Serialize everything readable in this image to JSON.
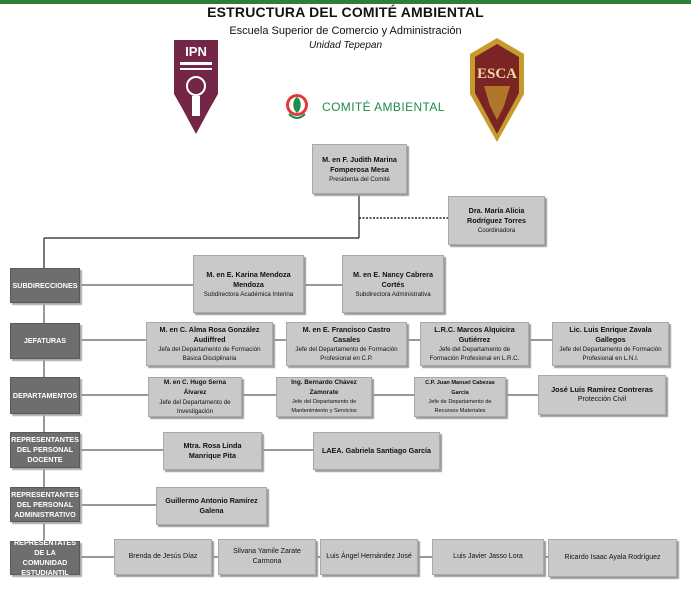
{
  "header": {
    "title": "ESTRUCTURA DEL COMITÉ AMBIENTAL",
    "subtitle": "Escuela Superior de Comercio y Administración",
    "unit": "Unidad Tepepan",
    "committee_logo_text": "COMITÉ AMBIENTAL",
    "left_logo": "IPN",
    "right_logo": "ESCA"
  },
  "top": {
    "president": {
      "name": "M. en F. Judith Marina Fomperosa Mesa",
      "role": "Presidenta del Comité"
    },
    "coordinator": {
      "name": "Dra. María Alicia Rodríguez Torres",
      "role": "Coordinadora"
    }
  },
  "rows": [
    {
      "label": "SUBDIRECCIONES",
      "members": [
        {
          "name": "M. en E. Karina Mendoza Mendoza",
          "role": "Subdirectora Académica Interina"
        },
        {
          "name": "M. en E. Nancy Cabrera Cortés",
          "role": "Subdirectora Administrativa"
        }
      ]
    },
    {
      "label": "JEFATURAS",
      "members": [
        {
          "name": "M. en C. Alma Rosa González Audiffred",
          "role": "Jefa del Departamento de Formación Básica Disciplinaria"
        },
        {
          "name": "M. en E. Francisco Castro Casales",
          "role": "Jefe del Departamento de Formación Profesional en C.P."
        },
        {
          "name": "L.R.C. Marcos Alquicira Gutiérrez",
          "role": "Jefe del Departamento de Formación Profesional en L.R.C."
        },
        {
          "name": "Lic. Luis Enrique Zavala Gallegos",
          "role": "Jefe del Departamento de Formación Profesional en L.N.I."
        }
      ]
    },
    {
      "label": "DEPARTAMENTOS",
      "members": [
        {
          "name": "M. en C. Hugo Serna Álvarez",
          "role": "Jefe del Departamento de Investigación"
        },
        {
          "name": "Ing. Bernardo Chávez Zamorate",
          "role": "Jefe del Departamento de Mantenimiento y Servicios"
        },
        {
          "name": "C.P. Juan Manuel Cabezas García",
          "role": "Jefe de Departamento de Recursos Materiales"
        },
        {
          "name": "José Luis Ramírez Contreras",
          "role": "Protección Civil"
        }
      ]
    },
    {
      "label": "REPRESENTANTES DEL PERSONAL DOCENTE",
      "members": [
        {
          "name": "Mtra. Rosa Linda Manrique Pita",
          "role": ""
        },
        {
          "name": "LAEA. Gabriela Santiago García",
          "role": ""
        }
      ]
    },
    {
      "label": "REPRESENTANTES DEL PERSONAL ADMINISTRATIVO",
      "members": [
        {
          "name": "Guillermo Antonio Ramírez Galena",
          "role": ""
        }
      ]
    },
    {
      "label": "REPRESENTATES DE LA COMUNIDAD ESTUDIANTIL",
      "members": [
        {
          "name": "Brenda de Jesús Díaz",
          "role": ""
        },
        {
          "name": "Silvana Yamile Zarate Carmona",
          "role": ""
        },
        {
          "name": "Luis Ángel Hernández José",
          "role": ""
        },
        {
          "name": "Luis Javier Jasso Lora",
          "role": ""
        },
        {
          "name": "Ricardo Isaac Ayala Rodríguez",
          "role": ""
        }
      ]
    }
  ],
  "colors": {
    "box_fill": "#c9c9c9",
    "label_fill": "#6e6e6e",
    "committee_green": "#1e8c4c",
    "ipn_maroon": "#6b1a3c",
    "esca_maroon": "#7a2424",
    "esca_gold": "#c79a2e"
  }
}
